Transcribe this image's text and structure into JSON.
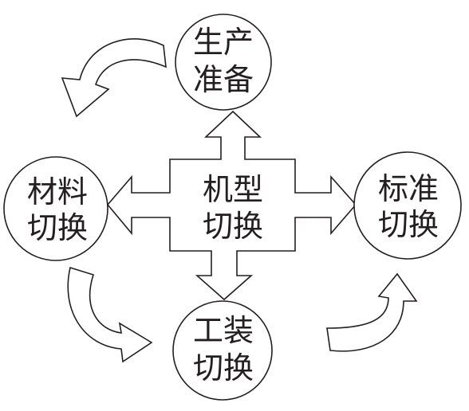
{
  "diagram": {
    "center": {
      "lines": [
        "机型",
        "切换"
      ]
    },
    "nodes": {
      "top": {
        "lines": [
          "生产",
          "准备"
        ]
      },
      "left": {
        "lines": [
          "材料",
          "切换"
        ]
      },
      "right": {
        "lines": [
          "标准",
          "切换"
        ]
      },
      "bottom": {
        "lines": [
          "工装",
          "切换"
        ]
      }
    },
    "colors": {
      "stroke": "#231f20",
      "fill": "#ffffff",
      "text": "#231f20"
    }
  }
}
